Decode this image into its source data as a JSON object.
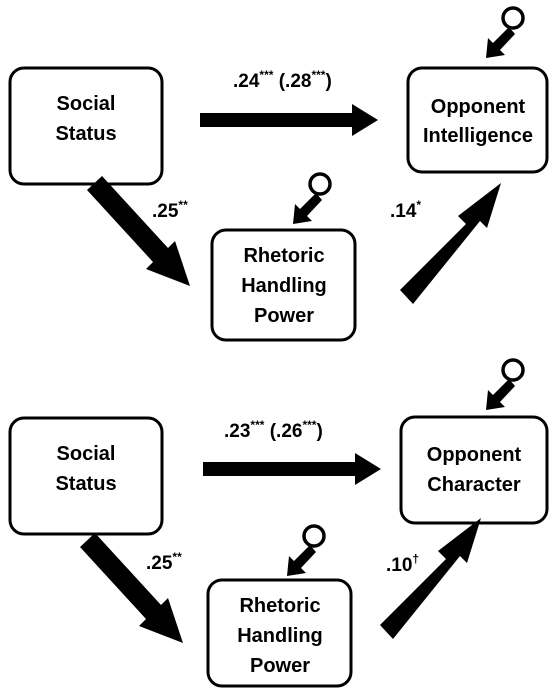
{
  "panels": [
    {
      "predictor": {
        "line1": "Social",
        "line2": "Status"
      },
      "mediator": {
        "line1": "Rhetoric",
        "line2": "Handling",
        "line3": "Power"
      },
      "outcome": {
        "line1": "Opponent",
        "line2": "Intelligence"
      },
      "path_c": {
        "value": ".24",
        "sig": "***",
        "paren_open": " (.28",
        "paren_sig": "***",
        "paren_close": ")"
      },
      "path_a": {
        "value": ".25",
        "sig": "**"
      },
      "path_b": {
        "value": ".14",
        "sig": "*"
      }
    },
    {
      "predictor": {
        "line1": "Social",
        "line2": "Status"
      },
      "mediator": {
        "line1": "Rhetoric",
        "line2": "Handling",
        "line3": "Power"
      },
      "outcome": {
        "line1": "Opponent",
        "line2": "Character"
      },
      "path_c": {
        "value": ".23",
        "sig": "***",
        "paren_open": " (.26",
        "paren_sig": "***",
        "paren_close": ")"
      },
      "path_a": {
        "value": ".25",
        "sig": "**"
      },
      "path_b": {
        "value": ".10",
        "sig": "†"
      }
    }
  ]
}
